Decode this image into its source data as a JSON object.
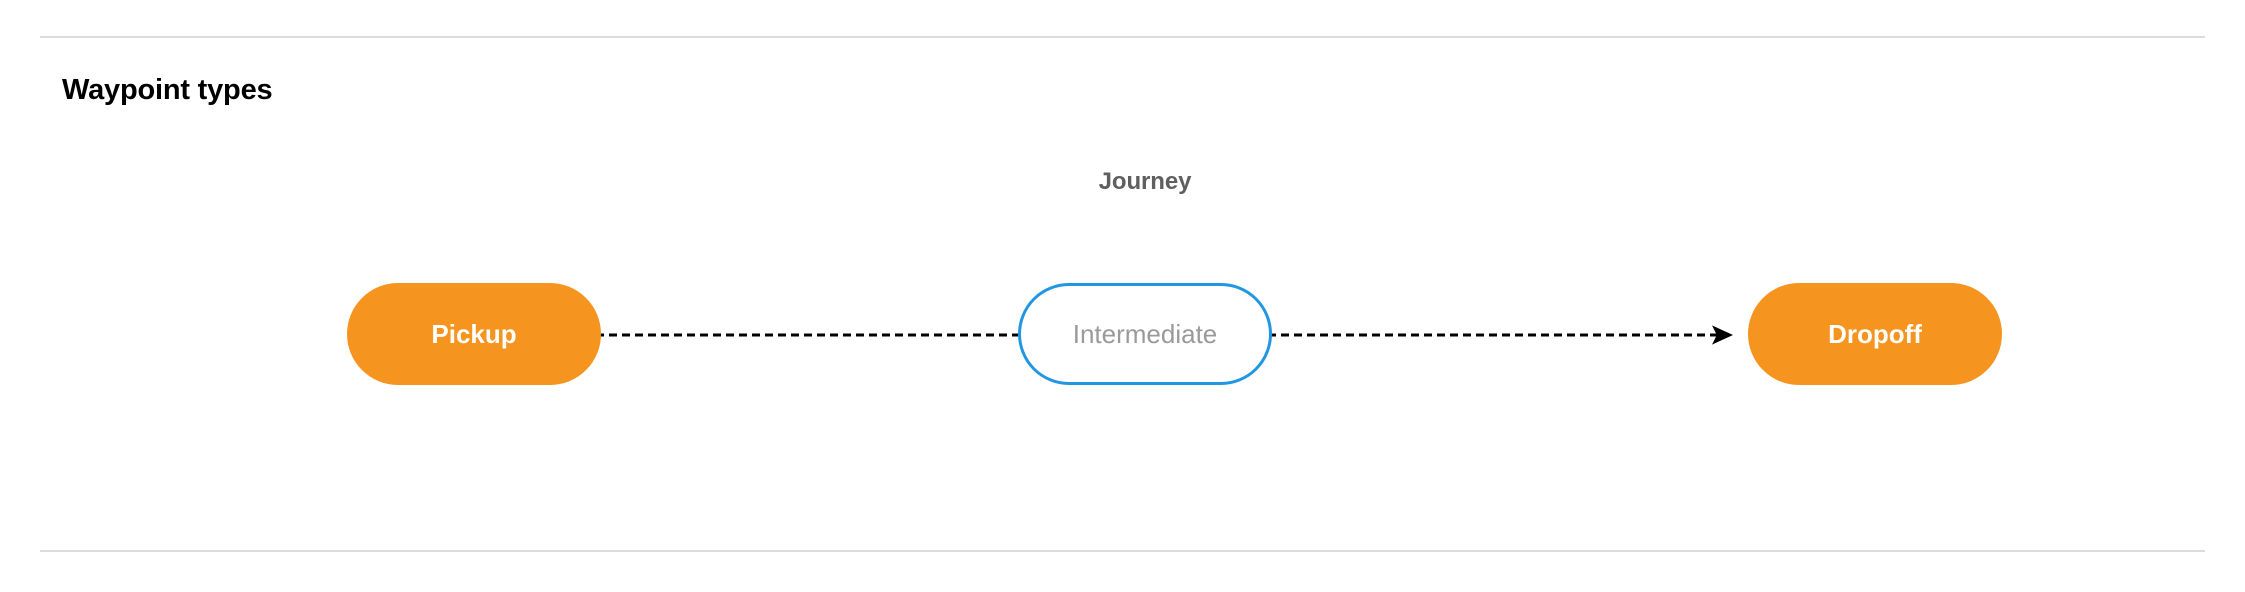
{
  "section": {
    "title": "Waypoint types"
  },
  "diagram": {
    "group_label": "Journey",
    "nodes": [
      {
        "id": "pickup",
        "label": "Pickup",
        "kind": "terminal",
        "fill": "#f5941e",
        "text_color": "#ffffff"
      },
      {
        "id": "intermediate",
        "label": "Intermediate",
        "kind": "intermediate",
        "fill": "#ffffff",
        "border_color": "#2196e3",
        "text_color": "#9a9a9a"
      },
      {
        "id": "dropoff",
        "label": "Dropoff",
        "kind": "terminal",
        "fill": "#f5941e",
        "text_color": "#ffffff"
      }
    ],
    "connectors": [
      {
        "id": "pickup-to-intermediate",
        "from": "pickup",
        "to": "intermediate",
        "style": "dashed",
        "arrowhead": false,
        "color": "#000000"
      },
      {
        "id": "intermediate-to-dropoff",
        "from": "intermediate",
        "to": "dropoff",
        "style": "dashed",
        "arrowhead": true,
        "color": "#000000"
      }
    ]
  },
  "colors": {
    "terminal_orange": "#f5941e",
    "intermediate_blue": "#2196e3",
    "muted_text": "#9a9a9a",
    "group_label_text": "#5f5f5f",
    "divider": "#dcdcdc"
  }
}
